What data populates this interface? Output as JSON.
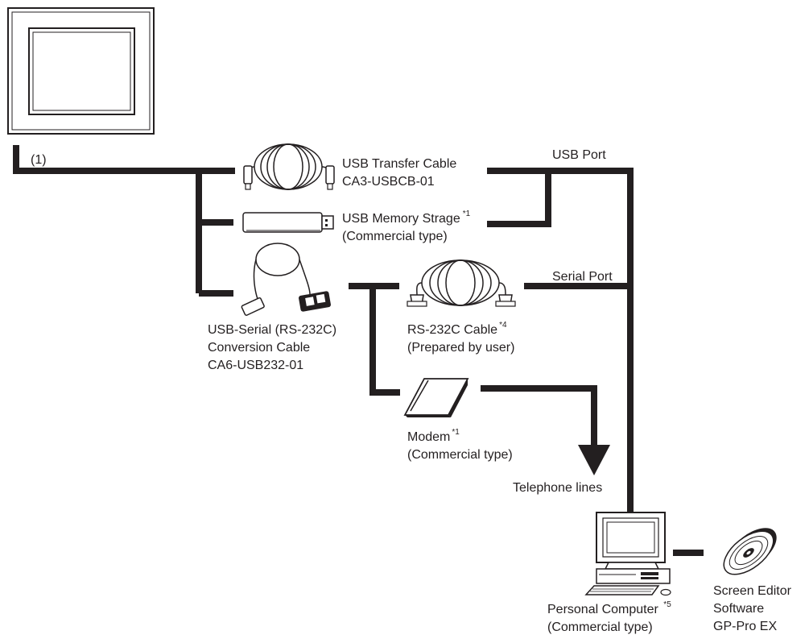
{
  "connections": {
    "port_label": "(1)",
    "usb_port": "USB Port",
    "serial_port": "Serial Port",
    "telephone": "Telephone lines"
  },
  "usb_transfer_cable": {
    "line1": "USB Transfer Cable",
    "line2": "CA3-USBCB-01"
  },
  "usb_memory": {
    "line1": "USB Memory Strage",
    "note": "*1",
    "line2": "(Commercial type)"
  },
  "usb_serial_cable": {
    "line1": "USB-Serial (RS-232C)",
    "line2": "Conversion Cable",
    "line3": "CA6-USB232-01"
  },
  "rs232c_cable": {
    "line1": "RS-232C Cable",
    "note": "*4",
    "line2": "(Prepared by user)"
  },
  "modem": {
    "line1": "Modem",
    "note": "*1",
    "line2": "(Commercial type)"
  },
  "personal_computer": {
    "line1": "Personal Computer ",
    "note": "*5",
    "line2": "(Commercial type)"
  },
  "software": {
    "line1": "Screen Editor",
    "line2": "Software",
    "line3": "GP-Pro EX"
  }
}
